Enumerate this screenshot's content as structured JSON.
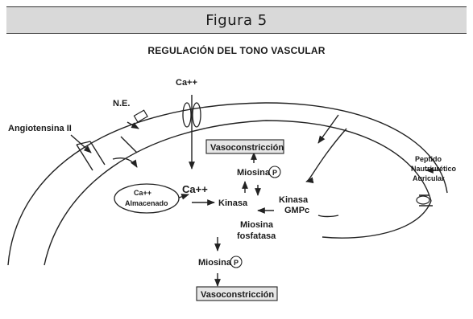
{
  "figure": {
    "title": "Figura 5",
    "subtitle": "REGULACIÓN DEL TONO VASCULAR"
  },
  "labels": {
    "angiotensina": "Angiotensina II",
    "ne": "N.E.",
    "ca_channel": "Ca++",
    "vasoconstriccion_top": "Vasoconstricción",
    "miosina_p_top": "Miosina",
    "p_symbol": "P",
    "ca_stored_1": "Ca++",
    "ca_stored_2": "Almacenado",
    "ca_cytosol": "Ca++",
    "kinasa_left": "Kinasa",
    "kinasa_gmpc_1": "Kinasa",
    "kinasa_gmpc_2": "GMPc",
    "miosina_fosfatasa_1": "Miosina",
    "miosina_fosfatasa_2": "fosfatasa",
    "miosina_p_bottom": "Miosina",
    "vasoconstriccion_bottom": "Vasoconstricción",
    "peptido_1": "Peptido",
    "peptido_2": "Nautriurético",
    "peptido_3": "Auricular"
  }
}
